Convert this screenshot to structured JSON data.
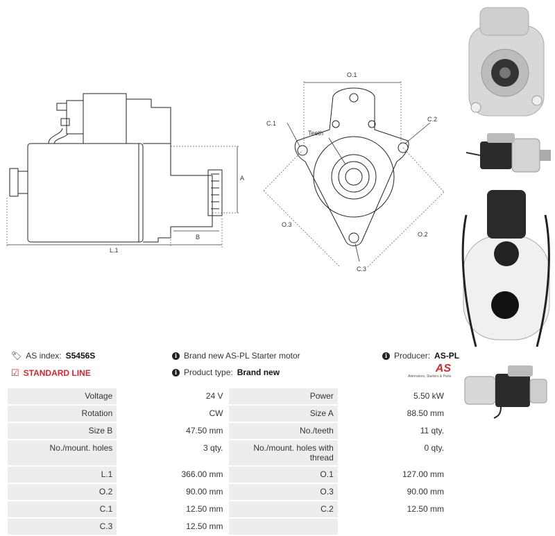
{
  "drawing": {
    "labels": {
      "l1": "L.1",
      "a": "A",
      "b": "B",
      "o1": "O.1",
      "o2": "O.2",
      "o3": "O.3",
      "c1": "C.1",
      "c2": "C.2",
      "c3": "C.3",
      "teeth": "Teeth"
    }
  },
  "info": {
    "as_index_label": "AS index:",
    "as_index_value": "S5456S",
    "description": "Brand new AS-PL Starter motor",
    "producer_label": "Producer:",
    "producer_value": "AS-PL",
    "line_label": "STANDARD LINE",
    "product_type_label": "Product type:",
    "product_type_value": "Brand new",
    "logo_text": "AS",
    "logo_tagline": "Alternators, Starters & Parts"
  },
  "specs": [
    [
      {
        "k": "Voltage",
        "v": "24 V"
      },
      {
        "k": "Power",
        "v": "5.50 kW"
      }
    ],
    [
      {
        "k": "Rotation",
        "v": "CW"
      },
      {
        "k": "Size A",
        "v": "88.50 mm"
      }
    ],
    [
      {
        "k": "Size B",
        "v": "47.50 mm"
      },
      {
        "k": "No./teeth",
        "v": "11 qty."
      }
    ],
    [
      {
        "k": "No./mount. holes",
        "v": "3 qty."
      },
      {
        "k": "No./mount. holes with thread",
        "v": "0 qty."
      }
    ],
    [
      {
        "k": "L.1",
        "v": "366.00 mm"
      },
      {
        "k": "O.1",
        "v": "127.00 mm"
      }
    ],
    [
      {
        "k": "O.2",
        "v": "90.00 mm"
      },
      {
        "k": "O.3",
        "v": "90.00 mm"
      }
    ],
    [
      {
        "k": "C.1",
        "v": "12.50 mm"
      },
      {
        "k": "C.2",
        "v": "12.50 mm"
      }
    ],
    [
      {
        "k": "C.3",
        "v": "12.50 mm"
      },
      {
        "k": "",
        "v": ""
      }
    ]
  ],
  "colors": {
    "accent": "#d9262b",
    "cell": "#ededed"
  }
}
